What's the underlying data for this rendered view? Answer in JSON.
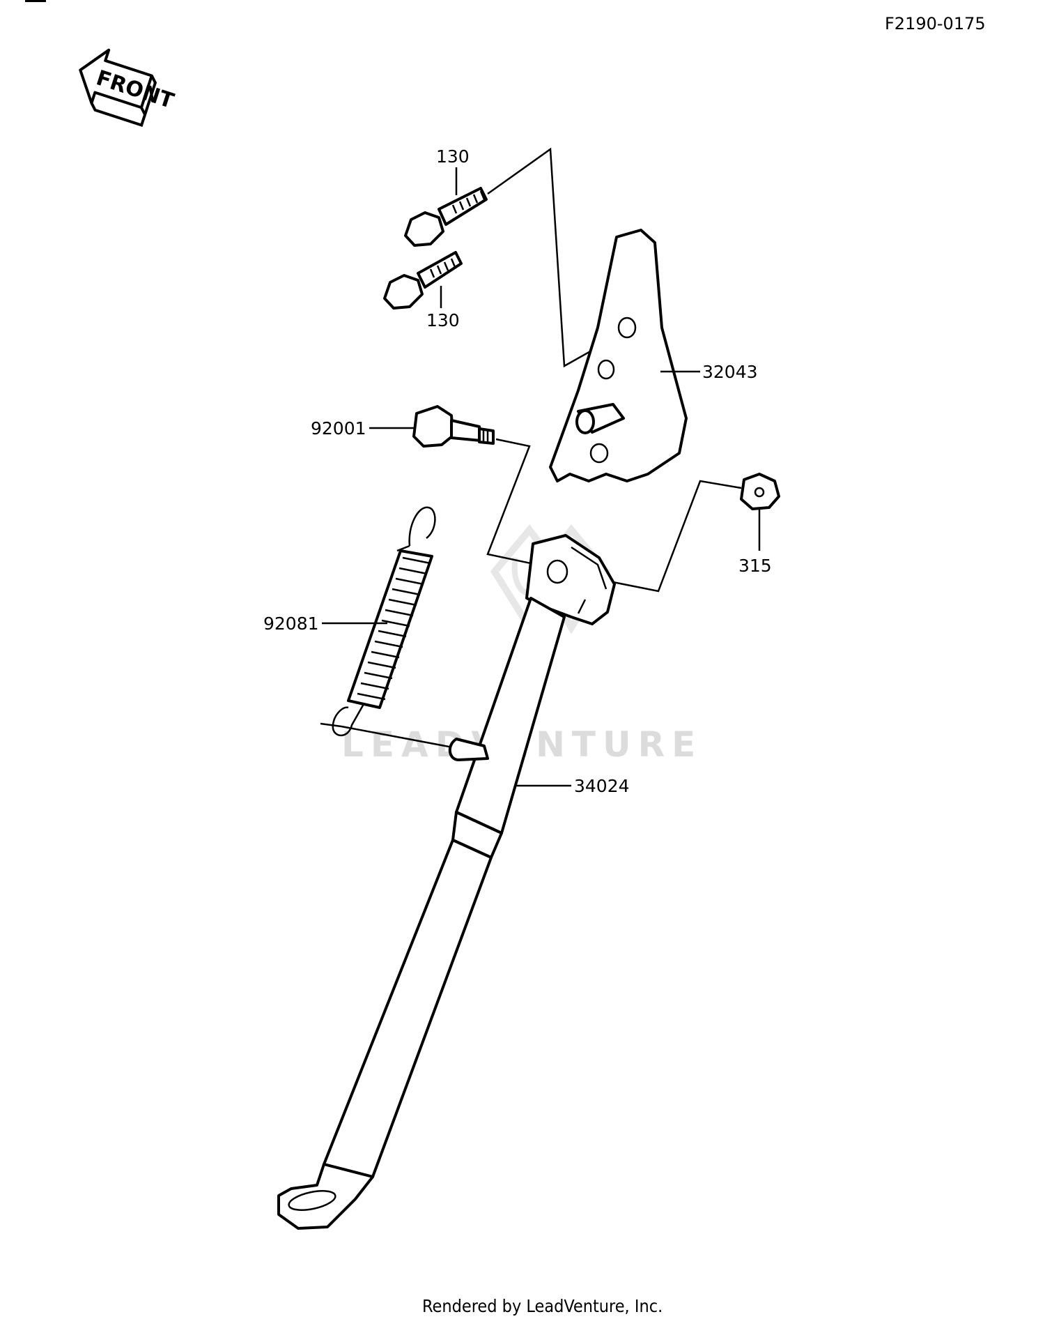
{
  "diagram": {
    "code": "F2190-0175",
    "front_label": "FRONT",
    "parts": {
      "bolt_upper": "130",
      "bolt_lower": "130",
      "bracket": "32043",
      "bolt_pivot": "92001",
      "nut": "315",
      "spring": "92081",
      "stand": "34024"
    },
    "watermark": "LEADVENTURE",
    "footer": "Rendered by LeadVenture, Inc."
  }
}
